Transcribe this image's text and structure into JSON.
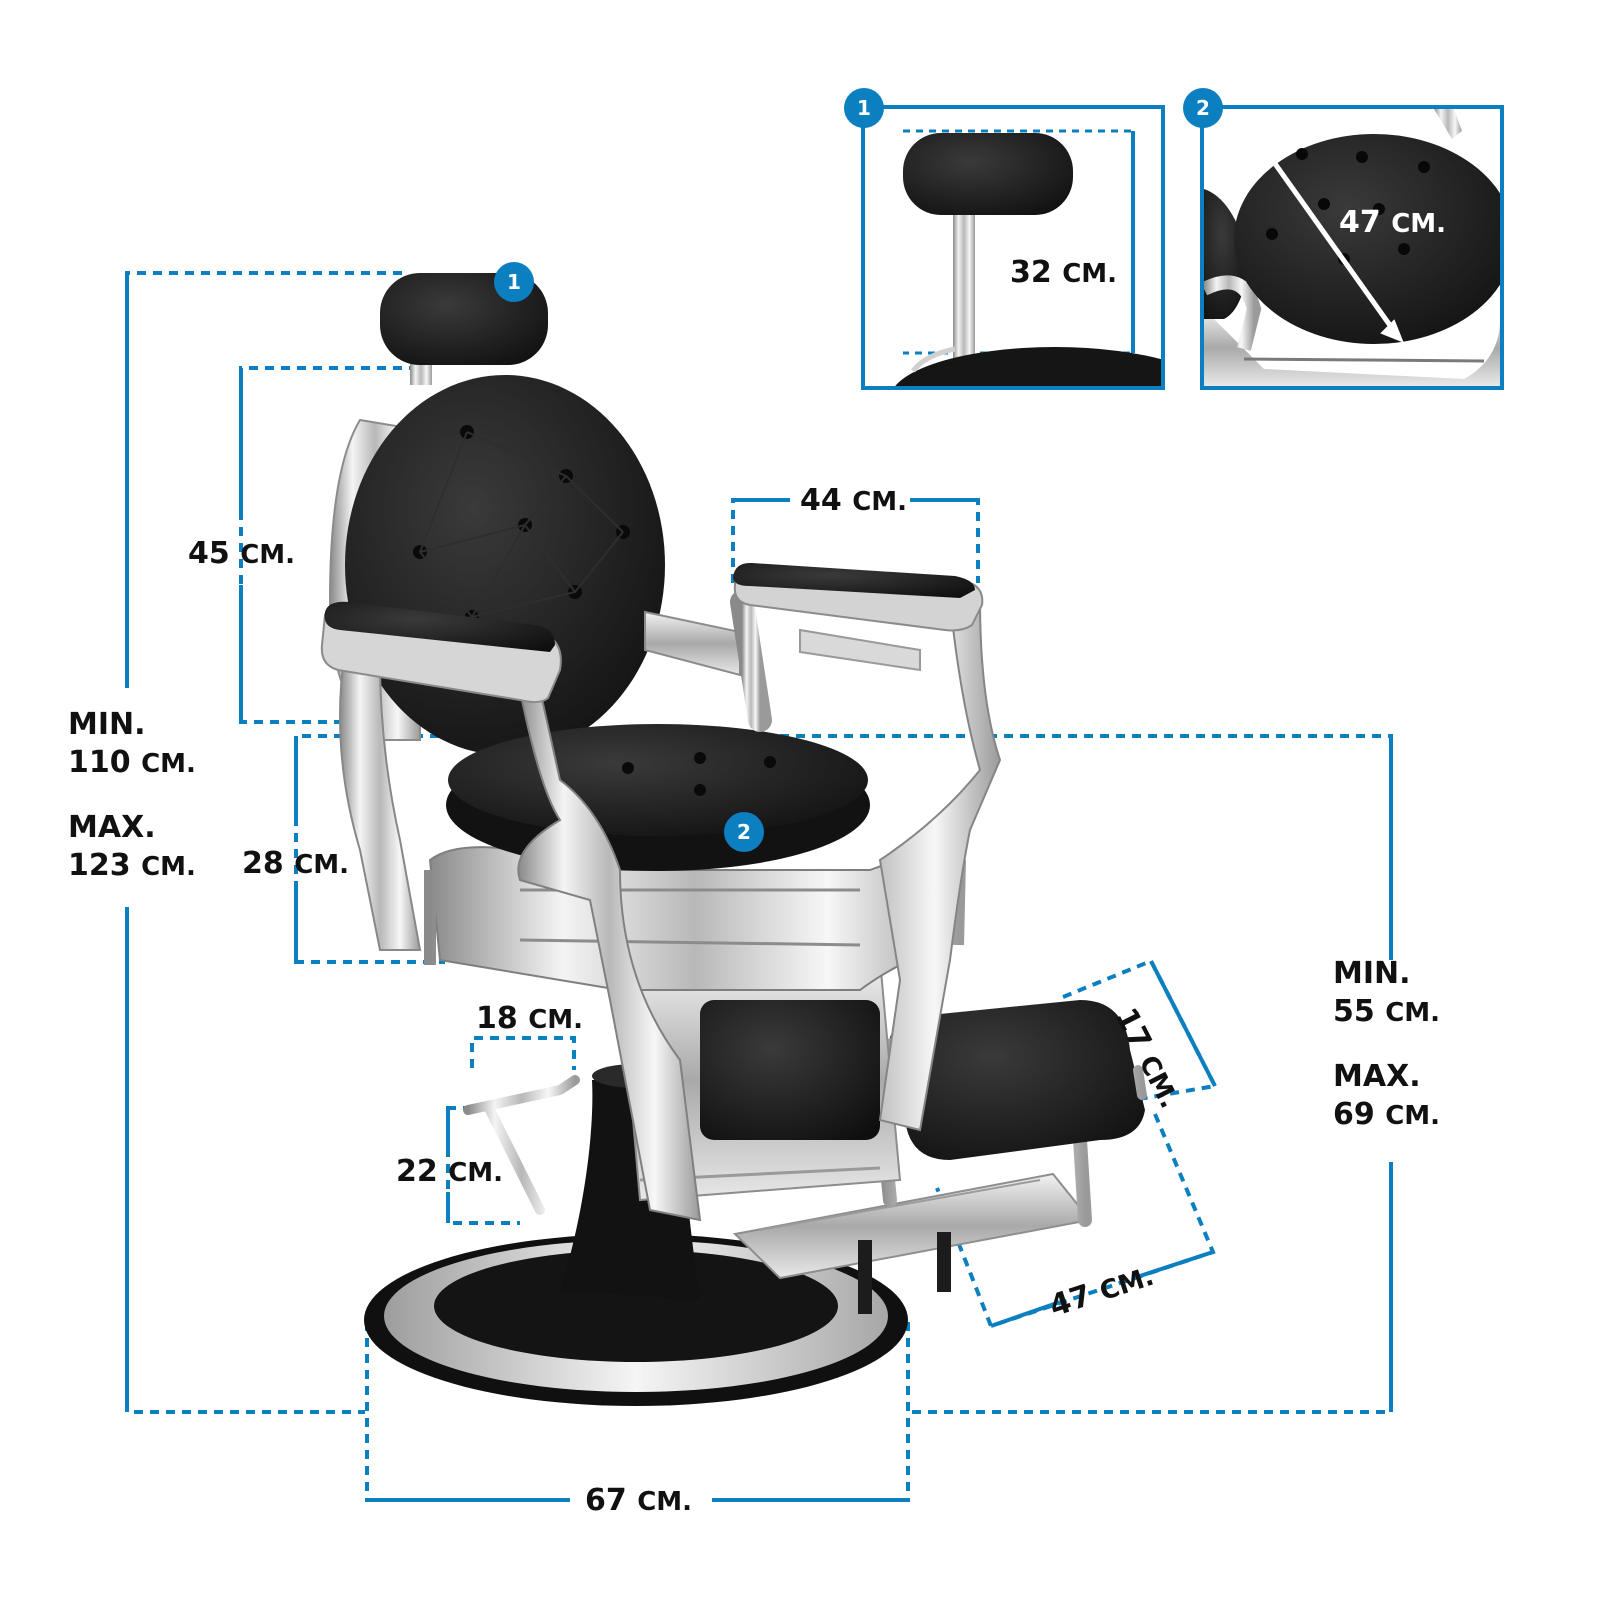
{
  "colors": {
    "accent": "#0b7fc0",
    "upholstery": "#151515",
    "chrome": "#d9d9d9",
    "text": "#111111"
  },
  "badges": {
    "headrest": "1",
    "seat": "2"
  },
  "labels": {
    "total_height": {
      "min_label": "MIN.",
      "min_value": "110",
      "max_label": "MAX.",
      "max_value": "123",
      "unit": "CM."
    },
    "seat_height": {
      "min_label": "MIN.",
      "min_value": "55",
      "max_label": "MAX.",
      "max_value": "69",
      "unit": "CM."
    },
    "backrest_height": {
      "value": "45",
      "unit": "CM."
    },
    "seat_thickness": {
      "value": "28",
      "unit": "CM."
    },
    "armrest_width": {
      "value": "44",
      "unit": "CM."
    },
    "footrest_depth": {
      "value": "17",
      "unit": "CM."
    },
    "footrest_width": {
      "value": "47",
      "unit": "CM."
    },
    "base_diameter": {
      "value": "67",
      "unit": "CM."
    },
    "pedal_width": {
      "value": "18",
      "unit": "CM."
    },
    "pedal_height": {
      "value": "22",
      "unit": "CM."
    }
  },
  "details": {
    "headrest": {
      "badge": "1",
      "value": "32",
      "unit": "CM."
    },
    "seat": {
      "badge": "2",
      "value": "47",
      "unit": "CM."
    }
  }
}
